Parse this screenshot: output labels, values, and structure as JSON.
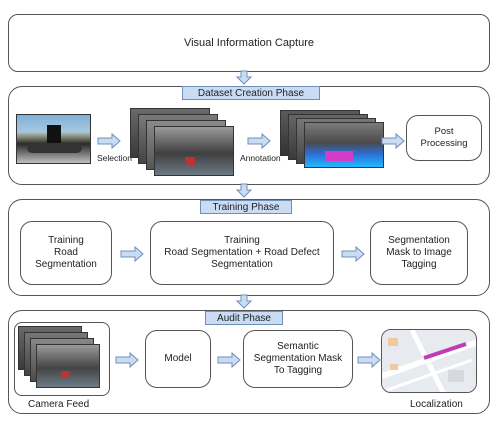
{
  "top": {
    "title": "Visual Information Capture"
  },
  "dataset": {
    "phase": "Dataset Creation Phase",
    "selection": "Selection",
    "annotation": "Annotation",
    "post": "Post\nProcessing"
  },
  "training": {
    "phase": "Training Phase",
    "box1": "Training\nRoad\nSegmentation",
    "box2": "Training\nRoad Segmentation + Road Defect\nSegmentation",
    "box3": "Segmentation\nMask to Image\nTagging"
  },
  "audit": {
    "phase": "Audit Phase",
    "model": "Model",
    "semantic": "Semantic\nSegmentation Mask\nTo Tagging",
    "camera_feed": "Camera Feed",
    "localization": "Localization"
  },
  "icons": [
    "arrow-right-icon",
    "arrow-down-icon"
  ]
}
